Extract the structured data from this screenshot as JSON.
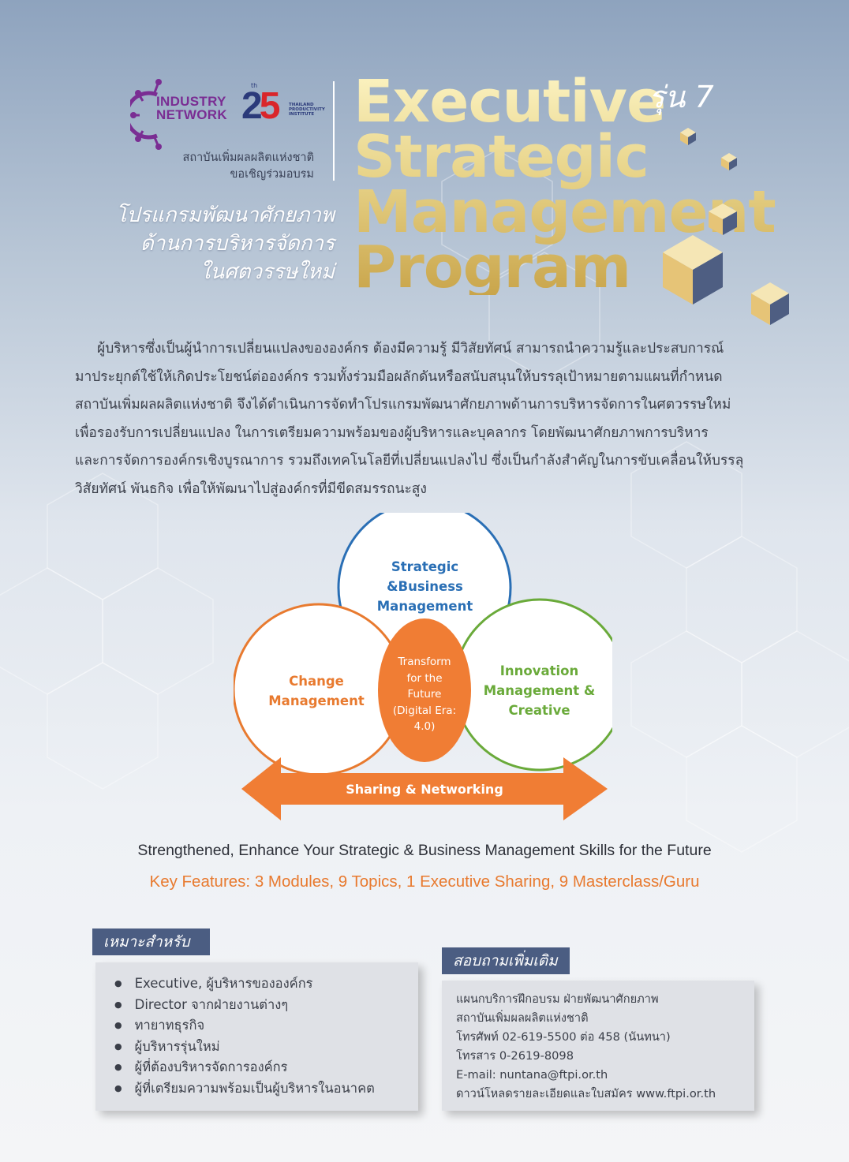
{
  "logos": {
    "industry_network": [
      "INDUSTRY",
      "NETWORK"
    ],
    "anniversary_number": "25",
    "anniversary_suffix": "th",
    "tpi_name": [
      "THAILAND",
      "PRODUCTIVITY",
      "INSTITUTE"
    ]
  },
  "header": {
    "institute_lines": [
      "สถาบันเพิ่มผลผลิตแห่งชาติ",
      "ขอเชิญร่วมอบรม"
    ],
    "thai_program_title": [
      "โปรแกรมพัฒนาศักยภาพ",
      "ด้านการบริหารจัดการ",
      "ในศตวรรษใหม่"
    ],
    "english_title": [
      "Executive",
      "Strategic",
      "Management",
      "Program"
    ],
    "generation": "รุ่น 7"
  },
  "intro_paragraph": [
    "ผู้บริหารซึ่งเป็นผู้นำการเปลี่ยนแปลงขององค์กร ต้องมีความรู้ มีวิสัยทัศน์ สามารถนำความรู้และประสบการณ์",
    "มาประยุกต์ใช้ให้เกิดประโยชน์ต่อองค์กร รวมทั้งร่วมมือผลักดันหรือสนับสนุนให้บรรลุเป้าหมายตามแผนที่กำหนด",
    "สถาบันเพิ่มผลผลิตแห่งชาติ จึงได้ดำเนินการจัดทำโปรแกรมพัฒนาศักยภาพด้านการบริหารจัดการในศตวรรษใหม่",
    "เพื่อรองรับการเปลี่ยนแปลง ในการเตรียมความพร้อมของผู้บริหารและบุคลากร โดยพัฒนาศักยภาพการบริหาร",
    "และการจัดการองค์กรเชิงบูรณาการ รวมถึงเทคโนโลยีที่เปลี่ยนแปลงไป ซึ่งเป็นกำลังสำคัญในการขับเคลื่อนให้บรรลุ",
    "วิสัยทัศน์ พันธกิจ เพื่อให้พัฒนาไปสู่องค์กรที่มีขีดสมรรถนะสูง"
  ],
  "diagram": {
    "top_circle": [
      "Strategic",
      "&Business",
      "Management"
    ],
    "left_circle": [
      "Change",
      "Management"
    ],
    "right_circle": [
      "Innovation",
      "Management &",
      "Creative"
    ],
    "center": [
      "Transform",
      "for the",
      "Future",
      "(Digital Era:",
      "4.0)"
    ],
    "arrow_label": "Sharing & Networking",
    "colors": {
      "top": "#2a6fb5",
      "left": "#e87a2f",
      "right": "#6aaa3a",
      "center_fill": "#f07d34",
      "arrow": "#f07d34"
    }
  },
  "tagline": "Strengthened, Enhance Your Strategic & Business Management Skills for the Future",
  "key_features": "Key Features: 3 Modules, 9 Topics, 1 Executive Sharing, 9 Masterclass/Guru",
  "suitable": {
    "label": "เหมาะสำหรับ",
    "items": [
      "Executive, ผู้บริหารขององค์กร",
      "Director จากฝ่ายงานต่างๆ",
      "ทายาทธุรกิจ",
      "ผู้บริหารรุ่นใหม่",
      "ผู้ที่ต้องบริหารจัดการองค์กร",
      "ผู้ที่เตรียมความพร้อมเป็นผู้บริหารในอนาคต"
    ]
  },
  "contact": {
    "label": "สอบถามเพิ่มเติม",
    "lines": [
      "แผนกบริการฝึกอบรม ฝ่ายพัฒนาศักยภาพ",
      "สถาบันเพิ่มผลผลิตแห่งชาติ",
      "โทรศัพท์ 02-619-5500 ต่อ 458 (นันทนา)",
      "โทรสาร 0-2619-8098",
      "E-mail: nuntana@ftpi.or.th",
      "ดาวน์โหลดรายละเอียดและใบสมัคร www.ftpi.or.th"
    ]
  }
}
